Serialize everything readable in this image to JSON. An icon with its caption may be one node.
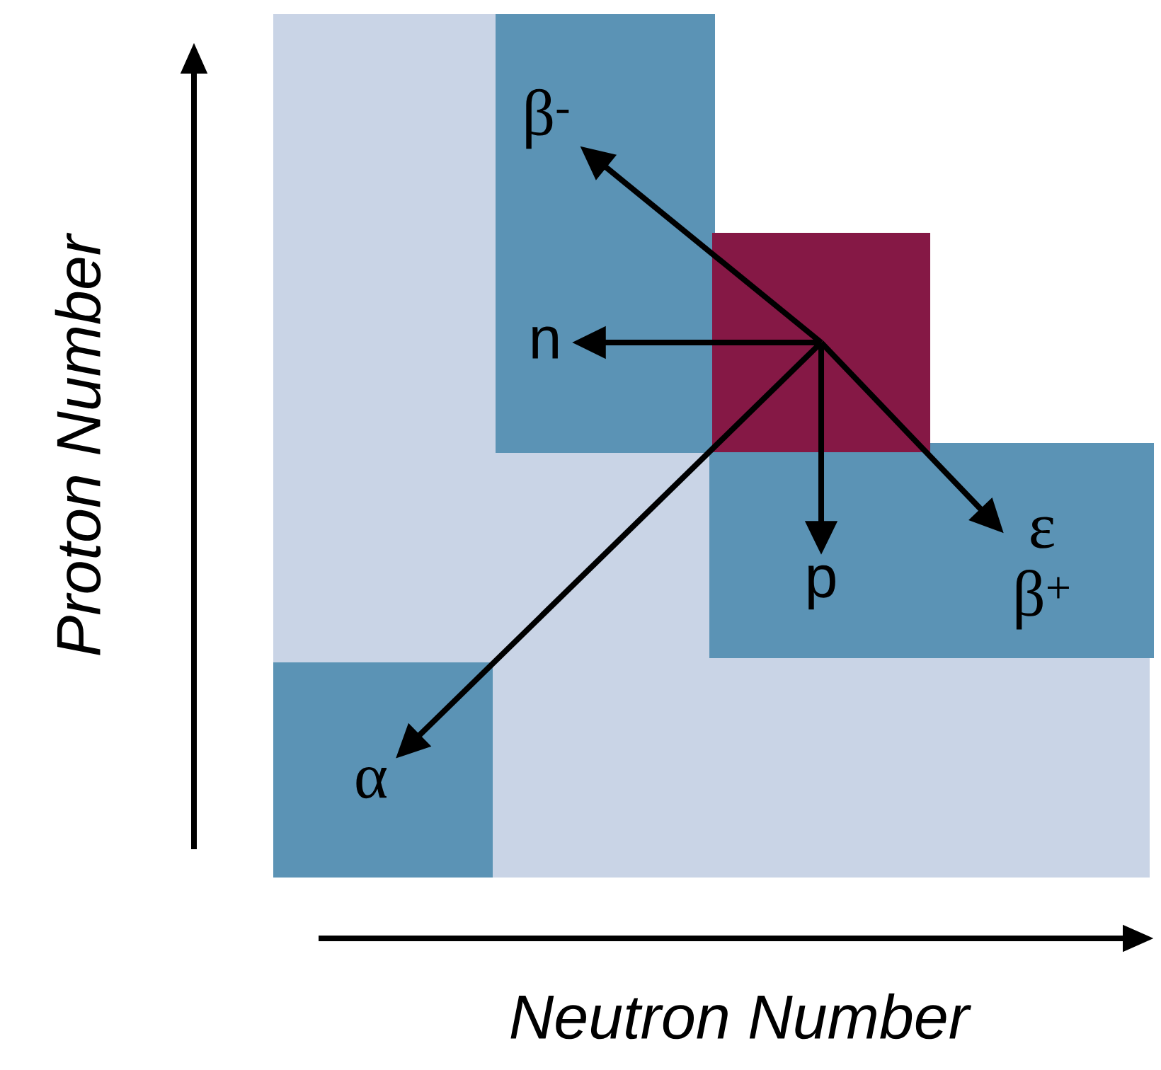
{
  "diagram": {
    "nodes": [
      {
        "text": [],
        "shape": "box"
      },
      {
        "text": [
          "β$^{-}$"
        ]
      },
      {
        "text": [
          "n"
        ]
      },
      {
        "text": [
          "p"
        ]
      },
      {
        "text": [
          "ε",
          "β$^{+}$"
        ]
      },
      {
        "text": [
          "α"
        ]
      }
    ],
    "edges": [
      {
        "from": 0,
        "to": 1,
        "arrow": "to"
      },
      {
        "from": 0,
        "to": 2,
        "arrow": "to"
      },
      {
        "from": 0,
        "to": 3,
        "arrow": "to"
      },
      {
        "from": 0,
        "to": 4,
        "arrow": "to"
      },
      {
        "from": 0,
        "to": 5,
        "arrow": "to"
      }
    ],
    "labels": [
      "Proton Number",
      "Neutron Number"
    ]
  }
}
